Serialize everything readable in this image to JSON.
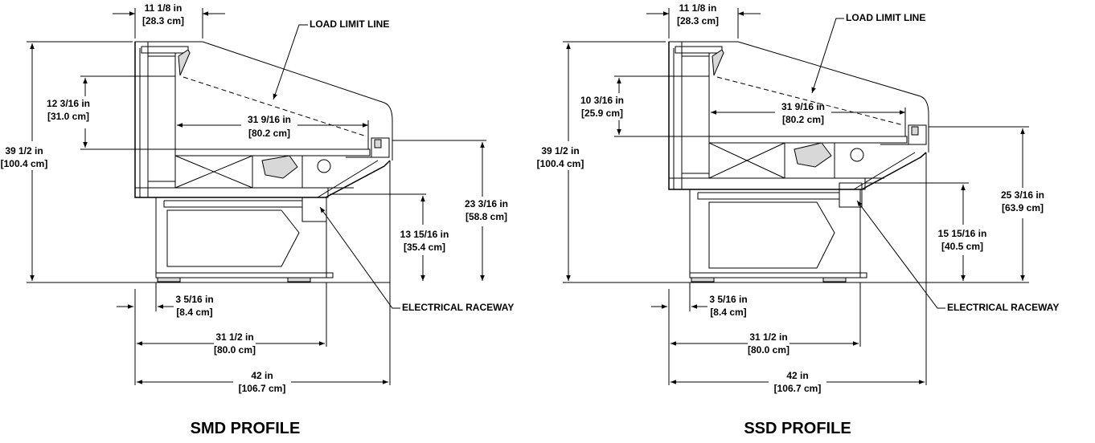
{
  "profiles": [
    {
      "title": "SMD PROFILE",
      "dims": {
        "top_width": "11 1/8 in",
        "top_width_cm": "[28.3 cm]",
        "load_limit": "LOAD LIMIT LINE",
        "shelf_height": "12 3/16 in",
        "shelf_height_cm": "[31.0 cm]",
        "deck_depth": "31 9/16 in",
        "deck_depth_cm": "[80.2 cm]",
        "total_height": "39 1/2 in",
        "total_height_cm": "[100.4 cm]",
        "deck_height": "23 3/16 in",
        "deck_height_cm": "[58.8 cm]",
        "raceway_height": "13 15/16 in",
        "raceway_height_cm": "[35.4 cm]",
        "offset": "3 5/16 in",
        "offset_cm": "[8.4 cm]",
        "base_width": "31 1/2 in",
        "base_width_cm": "[80.0 cm]",
        "overall_width": "42 in",
        "overall_width_cm": "[106.7 cm]",
        "raceway": "ELECTRICAL RACEWAY"
      }
    },
    {
      "title": "SSD PROFILE",
      "dims": {
        "top_width": "11 1/8 in",
        "top_width_cm": "[28.3 cm]",
        "load_limit": "LOAD LIMIT LINE",
        "shelf_height": "10 3/16 in",
        "shelf_height_cm": "[25.9 cm]",
        "deck_depth": "31 9/16 in",
        "deck_depth_cm": "[80.2 cm]",
        "total_height": "39 1/2 in",
        "total_height_cm": "[100.4 cm]",
        "deck_height": "25 3/16 in",
        "deck_height_cm": "[63.9 cm]",
        "raceway_height": "15 15/16 in",
        "raceway_height_cm": "[40.5 cm]",
        "offset": "3 5/16 in",
        "offset_cm": "[8.4 cm]",
        "base_width": "31 1/2 in",
        "base_width_cm": "[80.0 cm]",
        "overall_width": "42 in",
        "overall_width_cm": "[106.7 cm]",
        "raceway": "ELECTRICAL RACEWAY"
      }
    }
  ]
}
